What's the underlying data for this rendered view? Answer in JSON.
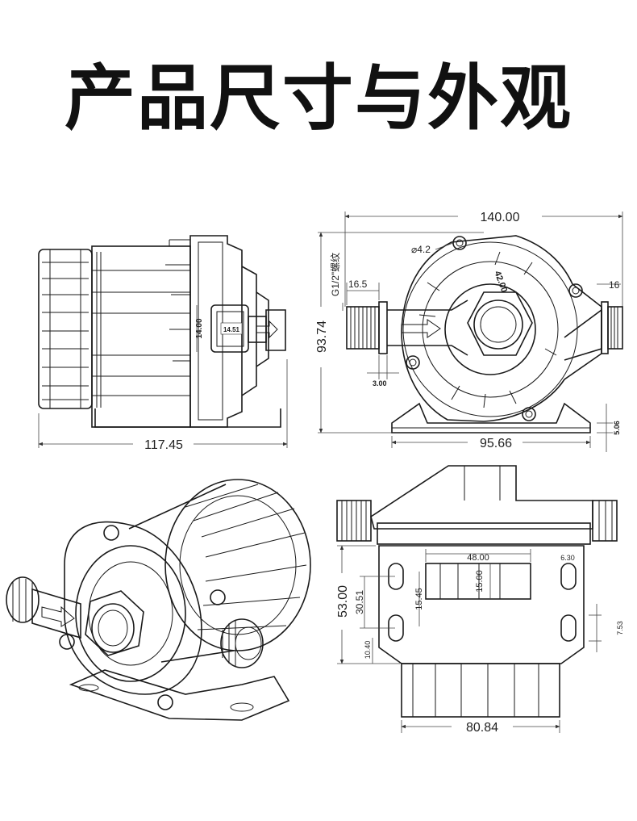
{
  "title": "产品尺寸与外观",
  "side_view": {
    "overall_length": "117.45",
    "outlet_height": "14.00",
    "outlet_width": "14.51"
  },
  "front_view": {
    "overall_width": "140.00",
    "overall_height": "93.74",
    "base_width": "95.66",
    "base_thickness": "5.06",
    "hole_dia": "⌀4.2",
    "thread": "G1/2\"螺纹",
    "inlet_length": "16.5",
    "outlet_length": "16",
    "flange_offset": "3.00",
    "impeller_dia": "42.00"
  },
  "bottom_view": {
    "motor_width": "80.84",
    "base_depth": "53.00",
    "slot_spacing": "30.51",
    "slot_pitch_x": "48.00",
    "slot_inner": "15.00",
    "slot_offset": "15.45",
    "edge_offset": "10.40",
    "slot_width": "6.30",
    "slot_length": "7.53"
  }
}
